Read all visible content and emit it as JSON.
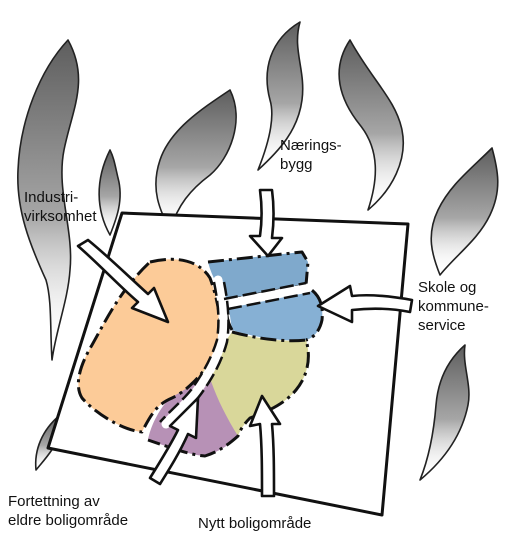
{
  "colors": {
    "smoke": "#8f8f8f",
    "industry": "#fccb98",
    "commercial": "#7fa9cc",
    "school": "#86b0d4",
    "new_housing": "#d9d79a",
    "densification": "#b791b6",
    "outline": "#111111"
  },
  "labels": {
    "industry": [
      "Industri-",
      "virksomhet"
    ],
    "commercial": [
      "Nærings-",
      "bygg"
    ],
    "school": [
      "Skole og",
      "kommune-",
      "service"
    ],
    "densification": [
      "Fortettning av",
      "eldre boligområde"
    ],
    "new_housing": [
      "Nytt boligområde"
    ]
  }
}
